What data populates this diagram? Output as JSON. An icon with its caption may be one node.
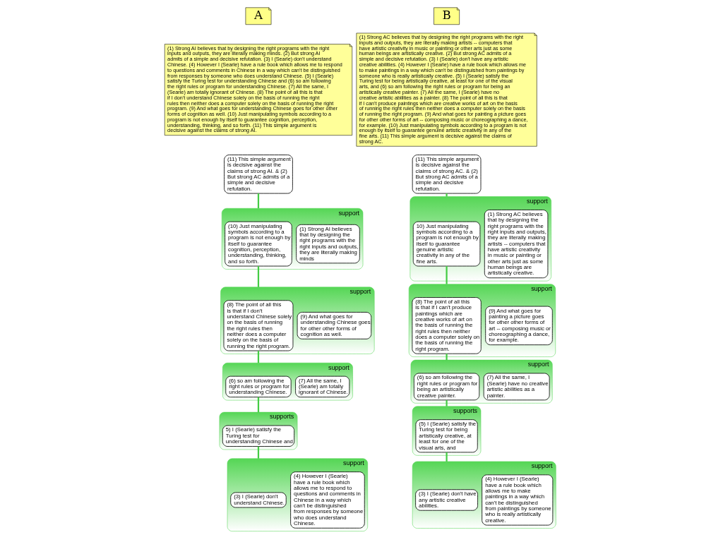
{
  "diagram": {
    "nodes": [
      {
        "text": [
          "A"
        ]
      },
      {
        "text": [
          "(1) Strong AI believes that by designing the right programs with the right inputs and outputs, they are literally making minds. (2) But strong AI admits of a simple and decisive refutation. (3) I (Searle) don't understand Chinese. (4) However I (Searle) have a rule book which allows me to respond to questions and comments in Chinese in a way which can't be distinguished from responses by someone who does understand Chinese. (5) I (Searle) satisfy the Turing test for understanding Chinese and (6) so am following the right rules or program for understanding Chinese. (7) All the same, I (Searle) am totally ignorant of Chinese. (8) The point of all this is that if I don't understand Chinese solely on the basis of running the right rules then neither does a computer solely on the basis of running the right program. (9) And what goes for understanding Chinese goes for other other forms of cognition as well. (10) Just manipulating symbols according to a program is not enough by itself to guarantee cognition, perception, understanding, thinking, and so forth. (11) This simple argument is decisive against the claims of strong AI."
        ]
      },
      {
        "text": [
          "(11) This simple argument is decisive against the claims of strong AI. & (2) But strong AC admits of a simple and decisive refutation."
        ]
      },
      {
        "text": [
          "support"
        ]
      },
      {
        "text": [
          "(10) Just manipulating symbols according to a program is not enough by itself to guarantee cognition, perception, understanding, thinking, and so forth."
        ],
        "in": 3
      },
      {
        "text": [
          "(1) Strong AI believes that by designing the right programs with the right inputs and outputs, they are literally making minds"
        ],
        "in": 3
      },
      {
        "text": [
          "support"
        ]
      },
      {
        "text": [
          "(8) The point of all this is that if I don't understand Chinese solely on the basis of running the right rules then neither does a computer solely on the basis of running the right program."
        ],
        "in": 6
      },
      {
        "text": [
          "(9) And what goes for understanding Chinese goes for other other forms of cognition as well."
        ],
        "in": 6
      },
      {
        "text": [
          "support"
        ]
      },
      {
        "text": [
          "(6) so am following the right rules or program for understanding Chinese."
        ],
        "in": 9
      },
      {
        "text": [
          "(7) All the same, I (Searle) am totally ignorant of Chinese."
        ],
        "in": 9
      },
      {
        "text": [
          "supports"
        ]
      },
      {
        "text": [
          "5) I (Searle) satisfy the Turing test for understanding Chinese and"
        ],
        "in": 12
      },
      {
        "text": [
          "support"
        ]
      },
      {
        "text": [
          "(3) I (Searle) don't understand Chinese."
        ],
        "in": 14
      },
      {
        "text": [
          "(4) However I (Searle) have a rule book which allows me to respond to questions and comments in Chinese in a way which can't be distinguished from responses by someone who does understand Chinese."
        ],
        "in": 14
      },
      {
        "text": [
          "B"
        ]
      },
      {
        "text": [
          "(1) Strong AC believes that by designing the right programs with the right inputs and outputs, they are literally making artists -- computers that have artistic creativity in music or painting or other arts just as some human beings are artistically creative. (2) But strong AC admits of a simple and decisive refutation. (3) I (Searle) don't have any artistic creative abilities. (4) However I (Searle) have a rule book which allows me to make paintings in a way which can't be distinguished from paintings by someone who is really artistically creative. (5) I (Searle) satisfy the Turing test for being artistically creative, at least for one of the visual arts, and (6) so am following the right rules or program for being an artistically creative painter. (7) All the same, I (Searle) have no creative artistic abilities as a painter. (8) The point of all this is that if I can't produce paintings which are creative works of art on the basis of running the right rules then neither does a computer solely on the basis of running the right program. (9) And what goes for painting a picture goes for other other forms of art -- composing music or choreographing a dance, for example. (10) Just manipulating symbols according to a program is not enough by itself to guarantee genuine artistic creativity in any of the fine arts. (11) This simple argument is decisive against the claims of strong AC."
        ]
      },
      {
        "text": [
          "(11) This simple argument is decisive against the claims of strong AC. & (2) But strong AC admits of a simple and decisive refutation."
        ]
      },
      {
        "text": [
          "support"
        ]
      },
      {
        "text": [
          "10) Just manipulating symbols according to a program is not enough by itself to guarantee genuine artistic creativity in any of the fine arts."
        ],
        "in": 20
      },
      {
        "text": [
          "(1) Strong AC believes that by designing the right programs with the right inputs and outputs, they are literally making artists -- computers that have artistic creativity in music or painting or other arts just as some human beings are artistically creative."
        ],
        "in": 20
      },
      {
        "text": [
          "support"
        ]
      },
      {
        "text": [
          "(8) The point of all this is that if I can't produce paintings which are creative works of art on the basis of running the right rules then neither does a computer solely on the basis of running the right program."
        ],
        "in": 23
      },
      {
        "text": [
          "(9) And what goes for painting a picture goes for other other forms of art -- composing music or choreographing a dance, for example."
        ],
        "in": 23
      },
      {
        "text": [
          "support"
        ]
      },
      {
        "text": [
          "(6) so am following the right rules or program for being an artistically creative painter."
        ],
        "in": 26
      },
      {
        "text": [
          "(7) All the same, I (Searle) have no creative artistic abilities as a painter."
        ],
        "in": 26
      },
      {
        "text": [
          "supports"
        ]
      },
      {
        "text": [
          "(5) I (Searle) satisfy the Turing test for being artistically creative, at least for one of the visual arts, and"
        ],
        "in": 29
      },
      {
        "text": [
          "support"
        ]
      },
      {
        "text": [
          "(3) I (Searle) don't have any artistic creative abilities."
        ],
        "in": 31
      },
      {
        "text": [
          "(4) However I (Searle) have a rule book which allows me to make paintings in a way which can't be distinguished from paintings by someone who is really artistically creative."
        ],
        "in": 31
      }
    ],
    "edges": [
      {
        "from": 3,
        "to": 2,
        "arrow": "none"
      },
      {
        "from": 6,
        "to": 4,
        "arrow": "none"
      },
      {
        "from": 9,
        "to": 7,
        "arrow": "none"
      },
      {
        "from": 12,
        "to": 10,
        "arrow": "none"
      },
      {
        "from": 14,
        "to": 13,
        "arrow": "none"
      },
      {
        "from": 20,
        "to": 19,
        "arrow": "none"
      },
      {
        "from": 23,
        "to": 21,
        "arrow": "none"
      },
      {
        "from": 26,
        "to": 24,
        "arrow": "none"
      },
      {
        "from": 29,
        "to": 27,
        "arrow": "none"
      },
      {
        "from": 31,
        "to": 30,
        "arrow": "none"
      }
    ]
  }
}
